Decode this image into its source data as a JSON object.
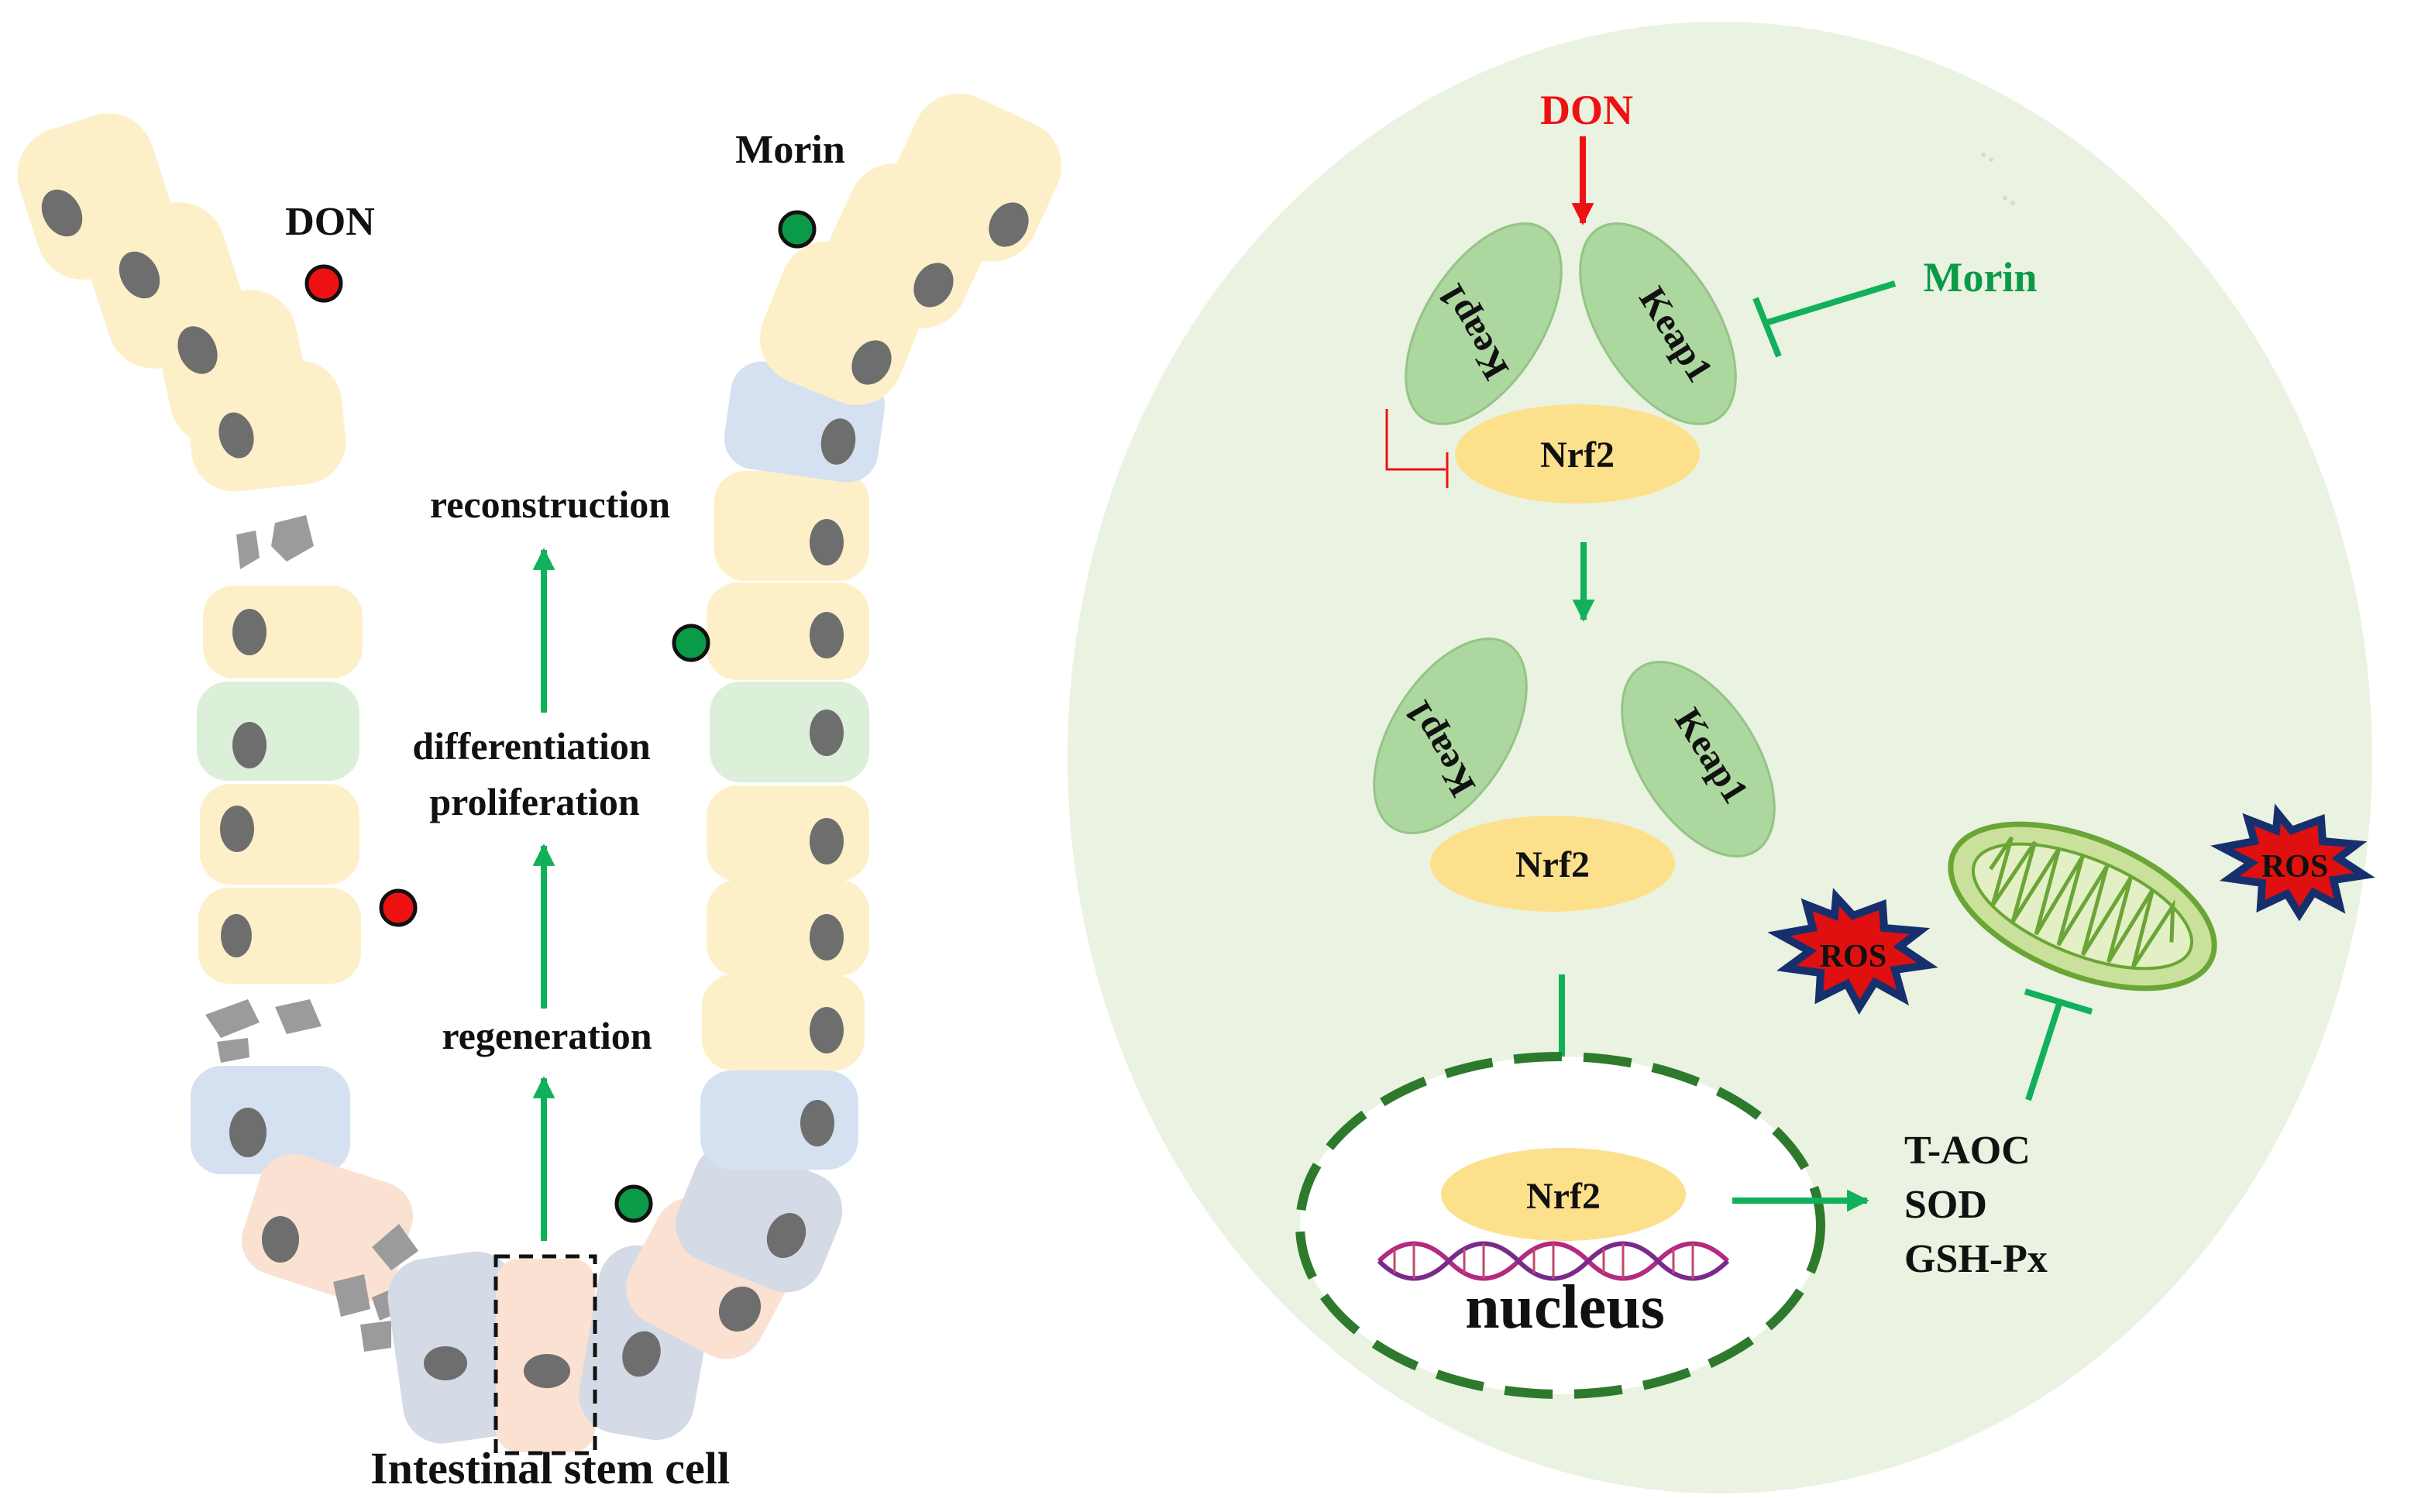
{
  "left": {
    "caption": "Intestinal stem cell",
    "labels": {
      "don": "DON",
      "morin": "Morin"
    },
    "steps": {
      "reconstruction": "reconstruction",
      "differentiation": "differentiation",
      "proliferation": "proliferation",
      "regeneration": "regeneration"
    }
  },
  "right": {
    "don": "DON",
    "morin": "Morin",
    "keap1": "Keap1",
    "nrf2": "Nrf2",
    "nucleus": "nucleus",
    "ros": "ROS",
    "outputs": [
      "T-AOC",
      "SOD",
      "GSH-Px"
    ]
  },
  "colors": {
    "enterocyte": "#fdf0c8",
    "blue_cell": "#d5e1f1",
    "green_cell": "#dbefd9",
    "pink_cell": "#fbe1d2",
    "grey_blue_cell": "#d4dbe6",
    "nucleus_spot": "#6e6e6e",
    "don_red": "#ee1111",
    "morin_green": "#0a9a48",
    "arrow_green": "#11b05a",
    "cell_background": "#eaf2e1",
    "keap1_fill": "#acd79e",
    "nrf2_fill": "#fde08c",
    "nucleus_border": "#2d7a2d",
    "ros_red": "#e01010",
    "ros_navy": "#16306e"
  }
}
